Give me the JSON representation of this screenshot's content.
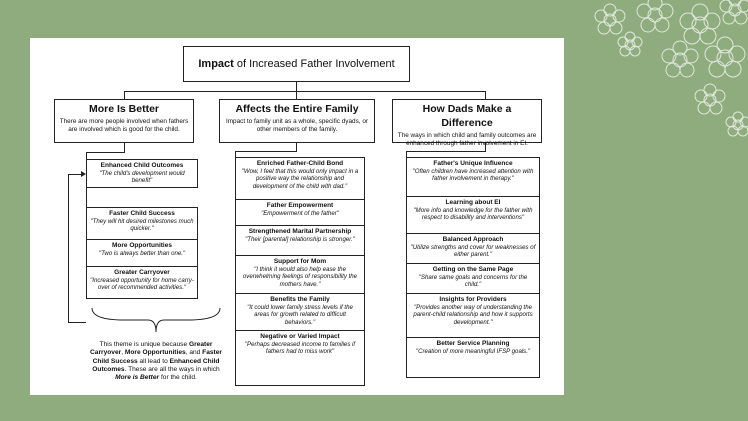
{
  "title": {
    "bold": "Impact",
    "rest": " of Increased Father Involvement"
  },
  "columns": [
    {
      "heading": "More Is Better",
      "desc": "There are more people involved when fathers are involved which is good for the child."
    },
    {
      "heading": "Affects the Entire Family",
      "desc": "Impact to family unit as a whole, specific dyads, or other members of the family."
    },
    {
      "heading": "How Dads Make a Difference",
      "desc": "The ways in which child and family outcomes are enhanced through father involvement in EI."
    }
  ],
  "col1_top": {
    "title": "Enhanced Child Outcomes",
    "quote": "\"The child's development would benefit\""
  },
  "col1_items": [
    {
      "title": "Faster Child Success",
      "quote": "\"They will hit desired milestones much quicker.\""
    },
    {
      "title": "More Opportunities",
      "quote": "\"Two is always better than one.\""
    },
    {
      "title": "Greater Carryover",
      "quote": "\"Increased opportunity for home carry-over of recommended activities.\""
    }
  ],
  "col2_items": [
    {
      "title": "Enriched Father-Child Bond",
      "quote": "\"Wow, I feel that this would only impact in a positive way the relationship and development of the child with dad.\""
    },
    {
      "title": "Father Empowerment",
      "quote": "\"Empowerment of the father\""
    },
    {
      "title": "Strengthened Marital Partnership",
      "quote": "\"Their [parental] relationship is stronger.\""
    },
    {
      "title": "Support for Mom",
      "quote": "\"I think it would also help ease the overwhelming feelings of responsibility the mothers have.\""
    },
    {
      "title": "Benefits the Family",
      "quote": "\"It could lower family stress levels if the areas for growth related to difficult behaviors.\""
    },
    {
      "title": "Negative or Varied Impact",
      "quote": "\"Perhaps decreased income to families if fathers had to miss work\""
    }
  ],
  "col3_items": [
    {
      "title": "Father's Unique Influence",
      "quote": "\"Often children have increased attention with father involvement in therapy.\""
    },
    {
      "title": "Learning about EI",
      "quote": "\"More info and knowledge for the father with respect to disability and interventions\""
    },
    {
      "title": "Balanced Approach",
      "quote": "\"Utilize strengths and cover for weaknesses of either parent.\""
    },
    {
      "title": "Getting on the Same Page",
      "quote": "\"Share same goals and concerns for the child.\""
    },
    {
      "title": "Insights for Providers",
      "quote": "\"Provides another way of understanding the parent-child relationship and how it supports development.\""
    },
    {
      "title": "Better Service Planning",
      "quote": "\"Creation of more meaningful IFSP goals.\""
    }
  ],
  "note": {
    "p1": "This theme is unique because ",
    "b1": "Greater Carryover",
    "p2": ", ",
    "b2": "More Opportunities",
    "p3": ", and ",
    "b3": "Faster Child Success",
    "p4": " all lead to ",
    "b4": "Enhanced Child Outcomes",
    "p5": ".  These are all the ways in which ",
    "b5": "More is Better",
    "p6": " for the child."
  },
  "colors": {
    "background": "#8fac7f",
    "panel": "#ffffff",
    "line": "#222222"
  }
}
